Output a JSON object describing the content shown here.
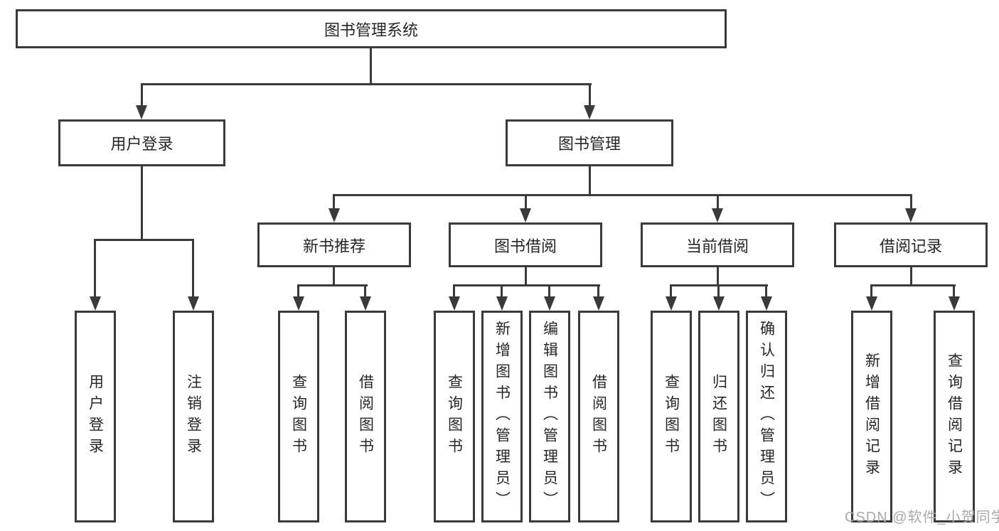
{
  "tree": {
    "label": "图书管理系统",
    "children": [
      {
        "label": "用户登录",
        "children": [
          {
            "label": "用户登录"
          },
          {
            "label": "注销登录"
          }
        ]
      },
      {
        "label": "图书管理",
        "children": [
          {
            "label": "新书推荐",
            "children": [
              {
                "label": "查询图书"
              },
              {
                "label": "借阅图书"
              }
            ]
          },
          {
            "label": "图书借阅",
            "children": [
              {
                "label": "查询图书"
              },
              {
                "label": "新增图书（管理员）"
              },
              {
                "label": "编辑图书（管理员）"
              },
              {
                "label": "借阅图书"
              }
            ]
          },
          {
            "label": "当前借阅",
            "children": [
              {
                "label": "查询图书"
              },
              {
                "label": "归还图书"
              },
              {
                "label": "确认归还（管理员）"
              }
            ]
          },
          {
            "label": "借阅记录",
            "children": [
              {
                "label": "新增借阅记录"
              },
              {
                "label": "查询借阅记录"
              }
            ]
          }
        ]
      }
    ]
  },
  "watermark": {
    "text": "CSDN @软件_小贺同学"
  },
  "colors": {
    "line": "#3a3a3a",
    "text": "#262626",
    "watermark": "#a9a9a9",
    "background": "#ffffff"
  }
}
